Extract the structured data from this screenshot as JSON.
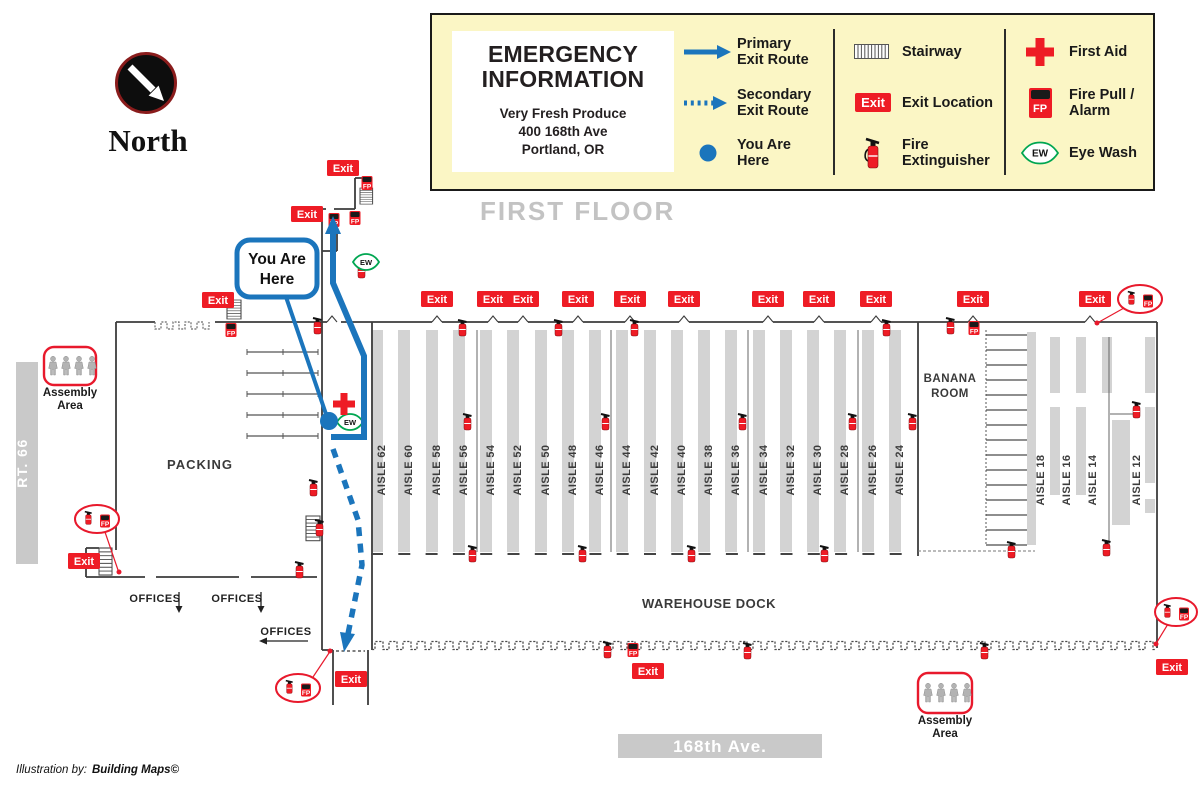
{
  "labels": {
    "exit": "Exit",
    "fp": "FP",
    "ew": "EW"
  },
  "north_label": "North",
  "first_floor_label": "FIRST FLOOR",
  "legend": {
    "title_line1": "EMERGENCY",
    "title_line2": "INFORMATION",
    "org_name": "Very Fresh Produce",
    "org_address": "400 168th Ave",
    "org_city": "Portland, OR",
    "items": [
      {
        "icon": "primary-exit-route-arrow",
        "label": "Primary\nExit Route"
      },
      {
        "icon": "secondary-exit-route-arrow",
        "label": "Secondary\nExit Route"
      },
      {
        "icon": "you-are-here-dot",
        "label": "You Are\nHere"
      },
      {
        "icon": "stairway",
        "label": "Stairway"
      },
      {
        "icon": "exit-sign",
        "label": "Exit Location"
      },
      {
        "icon": "fire-extinguisher",
        "label": "Fire\nExtinguisher"
      },
      {
        "icon": "first-aid-cross",
        "label": "First Aid"
      },
      {
        "icon": "fire-pull-alarm",
        "label": "Fire Pull /\nAlarm"
      },
      {
        "icon": "eye-wash",
        "label": "Eye Wash"
      }
    ]
  },
  "map": {
    "packing": "PACKING",
    "warehouse_dock": "WAREHOUSE DOCK",
    "banana_line1": "BANANA",
    "banana_line2": "ROOM",
    "rt66": "RT. 66",
    "avenue": "168th Ave.",
    "offices": "OFFICES",
    "assembly_line1": "Assembly",
    "assembly_line2": "Area",
    "you_are_here_line1": "You Are",
    "you_are_here_line2": "Here",
    "aisles": [
      "AISLE 62",
      "AISLE 60",
      "AISLE 58",
      "AISLE 56",
      "AISLE 54",
      "AISLE 52",
      "AISLE 50",
      "AISLE 48",
      "AISLE 46",
      "AISLE 44",
      "AISLE 42",
      "AISLE 40",
      "AISLE 38",
      "AISLE 36",
      "AISLE 34",
      "AISLE 32",
      "AISLE 30",
      "AISLE 28",
      "AISLE 26",
      "AISLE 24",
      "AISLE 18",
      "AISLE 16",
      "AISLE 14",
      "AISLE 12"
    ]
  },
  "credit": {
    "prefix": "Illustration by:",
    "name": "Building Maps©"
  },
  "colors": {
    "accent_blue": "#1b75bc",
    "alert_red": "#ee1c25",
    "legend_bg": "#fbf6c5",
    "eyewash_green": "#00a651"
  }
}
